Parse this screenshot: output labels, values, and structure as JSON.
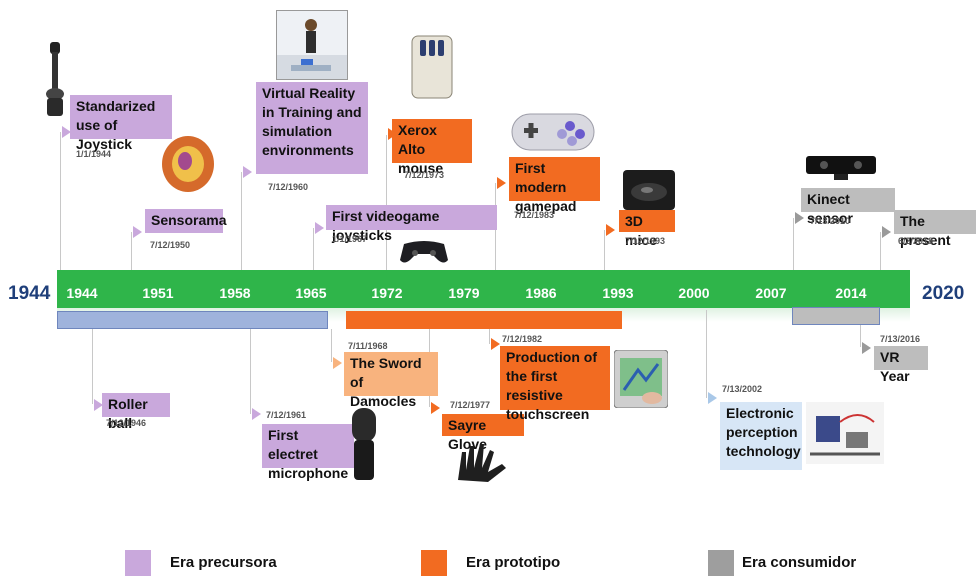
{
  "timeline": {
    "start_label": "1944",
    "end_label": "2020",
    "ticks": [
      "1944",
      "1951",
      "1958",
      "1965",
      "1972",
      "1979",
      "1986",
      "1993",
      "2000",
      "2007",
      "2014"
    ]
  },
  "events": {
    "joystick": {
      "label": "Standarized use of Joystick",
      "date": "1/1/1944"
    },
    "sensorama": {
      "label": "Sensorama",
      "date": "7/12/1950"
    },
    "vr_training": {
      "label": "Virtual Reality in Training and simulation environments",
      "date": "7/12/1960"
    },
    "videogame_joysticks": {
      "label": "First videogame joysticks",
      "date": "1/1/1967"
    },
    "xerox_mouse": {
      "label": "Xerox Alto mouse",
      "date": "7/12/1973"
    },
    "gamepad": {
      "label": "First modern gamepad",
      "date": "7/12/1983"
    },
    "mice_3d": {
      "label": "3D mice",
      "date": "7/12/1993"
    },
    "kinect": {
      "label": "Kinect sensor",
      "date": "7/13/2010"
    },
    "present": {
      "label": "The present",
      "date": "6/2/2018"
    },
    "roller_ball": {
      "label": "Roller ball",
      "date": "7/12/1946"
    },
    "electret_mic": {
      "label": "First electret microphone",
      "date": "7/12/1961"
    },
    "sword_damocles": {
      "label": "The Sword of Damocles",
      "date": "7/11/1968"
    },
    "sayre_glove": {
      "label": "Sayre Glove",
      "date": "7/12/1977"
    },
    "touchscreen": {
      "label": "Production of the first resistive touchscreen",
      "date": "7/12/1982"
    },
    "electronic_perception": {
      "label": "Electronic perception technology",
      "date": "7/13/2002"
    },
    "vr_year": {
      "label": "VR Year",
      "date": "7/13/2016"
    }
  },
  "legend": [
    {
      "label": "Era precursora",
      "color": "#c9a8dc"
    },
    {
      "label": "Era prototipo",
      "color": "#f26b21"
    },
    {
      "label": "Era consumidor",
      "color": "#9e9e9e"
    }
  ],
  "colors": {
    "axis": "#2fb54a",
    "precursor_bar": "#9fb3dc",
    "prototype_bar": "#f26b21",
    "consumer_bar": "#bdbdbd"
  }
}
